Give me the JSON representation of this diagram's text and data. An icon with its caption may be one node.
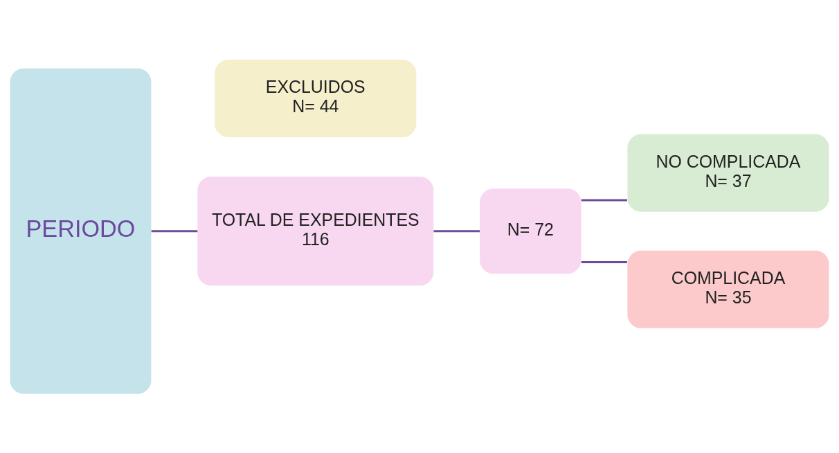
{
  "diagram": {
    "nodes": [
      {
        "text": [
          "PERIODO"
        ]
      },
      {
        "text": [
          "EXCLUIDOS",
          "N= 44"
        ]
      },
      {
        "text": [
          "TOTAL DE EXPEDIENTES",
          "116"
        ]
      },
      {
        "text": [
          "N= 72"
        ]
      },
      {
        "text": [
          "NO COMPLICADA",
          "N= 37"
        ]
      },
      {
        "text": [
          "COMPLICADA",
          "N= 35"
        ]
      }
    ],
    "edges": [
      {
        "from": 0,
        "to": 2,
        "arrow": "none"
      },
      {
        "from": 2,
        "to": 3,
        "arrow": "none"
      },
      {
        "from": 3,
        "to": 4,
        "arrow": "none"
      },
      {
        "from": 3,
        "to": 5,
        "arrow": "none"
      }
    ]
  }
}
